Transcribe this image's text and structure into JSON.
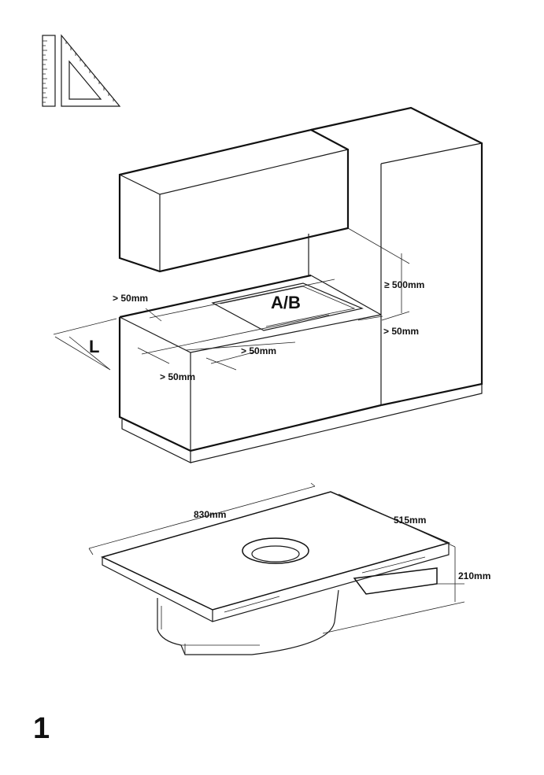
{
  "figure_number": "1",
  "cabinet_diagram": {
    "zone_label": "A/B",
    "width_label": "L",
    "clearance_top_left": "> 50mm",
    "clearance_front_left": "> 50mm",
    "clearance_front_middle": "> 50mm",
    "clearance_right": "> 50mm",
    "clearance_height": "≥ 500mm"
  },
  "hob_diagram": {
    "width": "830mm",
    "depth": "515mm",
    "height": "210mm"
  },
  "icons": [
    "ruler-icon",
    "set-square-icon"
  ]
}
